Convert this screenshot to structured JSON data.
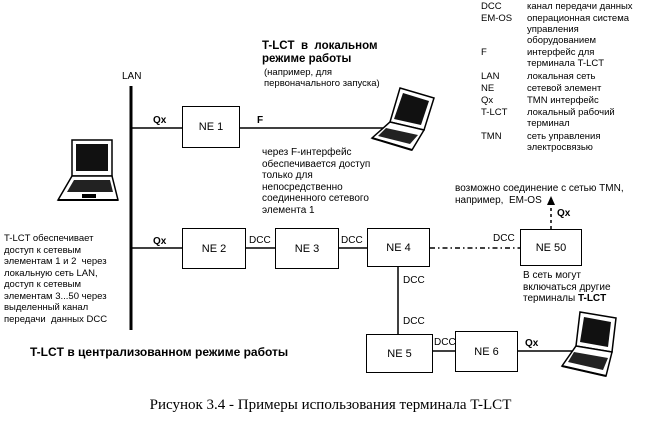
{
  "legend": [
    {
      "abbr": "DCC",
      "desc": "канал передачи данных"
    },
    {
      "abbr": "EM-OS",
      "desc": "операционная система\nуправления\nоборудованием"
    },
    {
      "abbr": "F",
      "desc": "интерфейс для\nтерминала T-LCT"
    },
    {
      "abbr": "LAN",
      "desc": "локальная сеть"
    },
    {
      "abbr": "NE",
      "desc": "сетевой элемент"
    },
    {
      "abbr": "Qx",
      "desc": "TMN интерфейс"
    },
    {
      "abbr": "T-LCT",
      "desc": "локальный рабочий\nтерминал"
    },
    {
      "abbr": "TMN",
      "desc": "сеть управления\nэлектросвязью"
    }
  ],
  "local_mode_title": "T-LCT  в  локальном\nрежиме работы",
  "local_mode_note": "(например, для\nпервоначального запуска)",
  "lan_label": "LAN",
  "nodes": {
    "ne1": "NE 1",
    "ne2": "NE 2",
    "ne3": "NE 3",
    "ne4": "NE 4",
    "ne5": "NE 5",
    "ne6": "NE 6",
    "ne50": "NE 50"
  },
  "link_labels": {
    "qx_ne1": "Qx",
    "f_ne1": "F",
    "qx_ne2": "Qx",
    "dcc_23": "DCC",
    "dcc_34": "DCC",
    "dcc_4_50": "DCC",
    "dcc_45": "DCC",
    "dcc_56": "DCC",
    "qx_ne6": "Qx",
    "qx_up": "Qx"
  },
  "f_interface_note": "через F-интерфейс\nобеспечивается доступ\nтолько для\nнепосредственно\nсоединенного сетевого\nэлемента 1",
  "tmn_note": "возможно соединение с сетью TMN,\nнапример,  EM-OS",
  "other_terminals_note": "В сеть могут\nвключаться другие\nтерминалы ",
  "other_terminals_bold": "T-LCT",
  "left_note": "T-LCT обеспечивает\nдоступ к сетевым\nэлементам 1 и 2  через\nлокальную сеть LAN,\nдоступ к сетевым\nэлементам 3...50 через\nвыделенный канал\nпередачи  данных DCC",
  "central_mode_title": "T-LCT в централизованном режиме работы",
  "caption": "Рисунок 3.4 - Примеры использования терминала T-LCT"
}
